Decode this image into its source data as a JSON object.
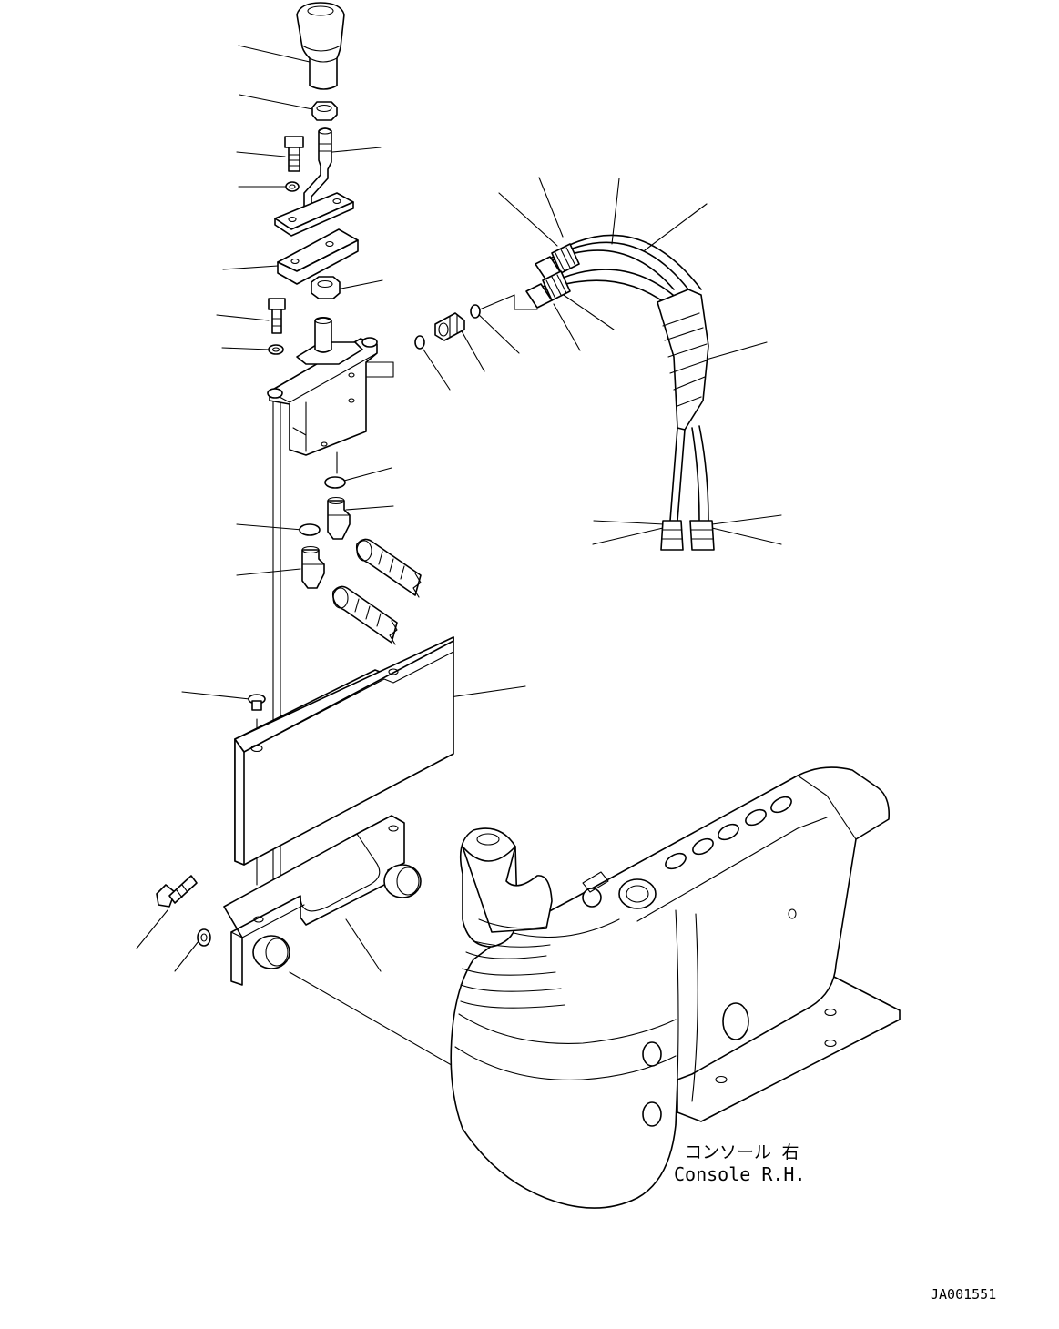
{
  "annotations": {
    "console_jp": "コンソール 右",
    "console_en": "Console R.H.",
    "drawing_number": "JA001551"
  }
}
